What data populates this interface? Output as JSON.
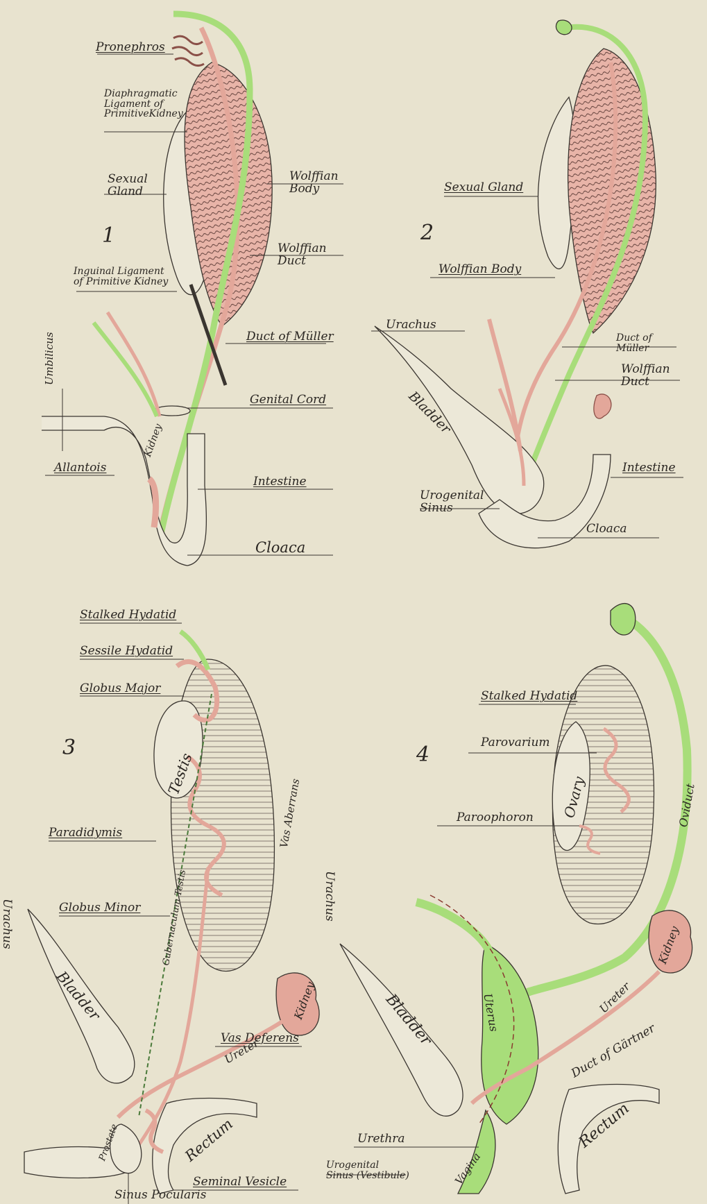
{
  "figure_numbers": [
    "1",
    "2",
    "3",
    "4"
  ],
  "colors": {
    "background": "#e8e3cf",
    "mullerian_duct_green": "#a8dd7a",
    "wolffian_pink": "#e3a79a",
    "outline": "#3a3530"
  },
  "fig1": {
    "pronephros": "Pronephros",
    "diaphragmatic": "Diaphragmatic\nLigament of\nPrimitiveKidney",
    "sexual_gland": "Sexual\nGland",
    "wolffian_body": "Wolffian\nBody",
    "wolffian_duct": "Wolffian\nDuct",
    "inguinal": "Inguinal Ligament\nof Primitive Kidney",
    "duct_muller": "Duct of Müller",
    "genital_cord": "Genital Cord",
    "umbilicus": "Umbilicus",
    "allantois": "Allantois",
    "kidney": "Kidney",
    "intestine": "Intestine",
    "cloaca": "Cloaca"
  },
  "fig2": {
    "sexual_gland": "Sexual Gland",
    "wolffian_body": "Wolffian Body",
    "urachus": "Urachus",
    "duct_muller": "Duct of\nMüller",
    "wolffian_duct": "Wolffian\nDuct",
    "bladder": "Bladder",
    "intestine": "Intestine",
    "urogenital_sinus": "Urogenital\nSinus",
    "cloaca": "Cloaca"
  },
  "fig3": {
    "stalked_hydatid": "Stalked Hydatid",
    "sessile_hydatid": "Sessile Hydatid",
    "globus_major": "Globus Major",
    "testis": "Testis",
    "paradidymis": "Paradidymis",
    "vas_aberrans": "Vas Aberrans",
    "gubernaculum": "Gubernaculum Testis",
    "globus_minor": "Globus Minor",
    "urachus": "Urachus",
    "bladder": "Bladder",
    "kidney": "Kidney",
    "ureter": "Ureter",
    "vas_deferens": "Vas Deferens",
    "prostate": "Prostate",
    "rectum": "Rectum",
    "seminal_vesicle": "Seminal Vesicle",
    "sinus_pocularis": "Sinus Pocularis"
  },
  "fig4": {
    "stalked_hydatid": "Stalked Hydatid",
    "parovarium": "Parovarium",
    "ovary": "Ovary",
    "oviduct": "Oviduct",
    "paroophoron": "Paroophoron",
    "urachus": "Urachus",
    "bladder": "Bladder",
    "uterus": "Uterus",
    "kidney": "Kidney",
    "ureter": "Ureter",
    "duct_gartner": "Duct of Gärtner",
    "rectum": "Rectum",
    "urethra": "Urethra",
    "urogenital_sinus": "Urogenital\nSinus (Vestibule)",
    "vagina": "Vagina"
  }
}
